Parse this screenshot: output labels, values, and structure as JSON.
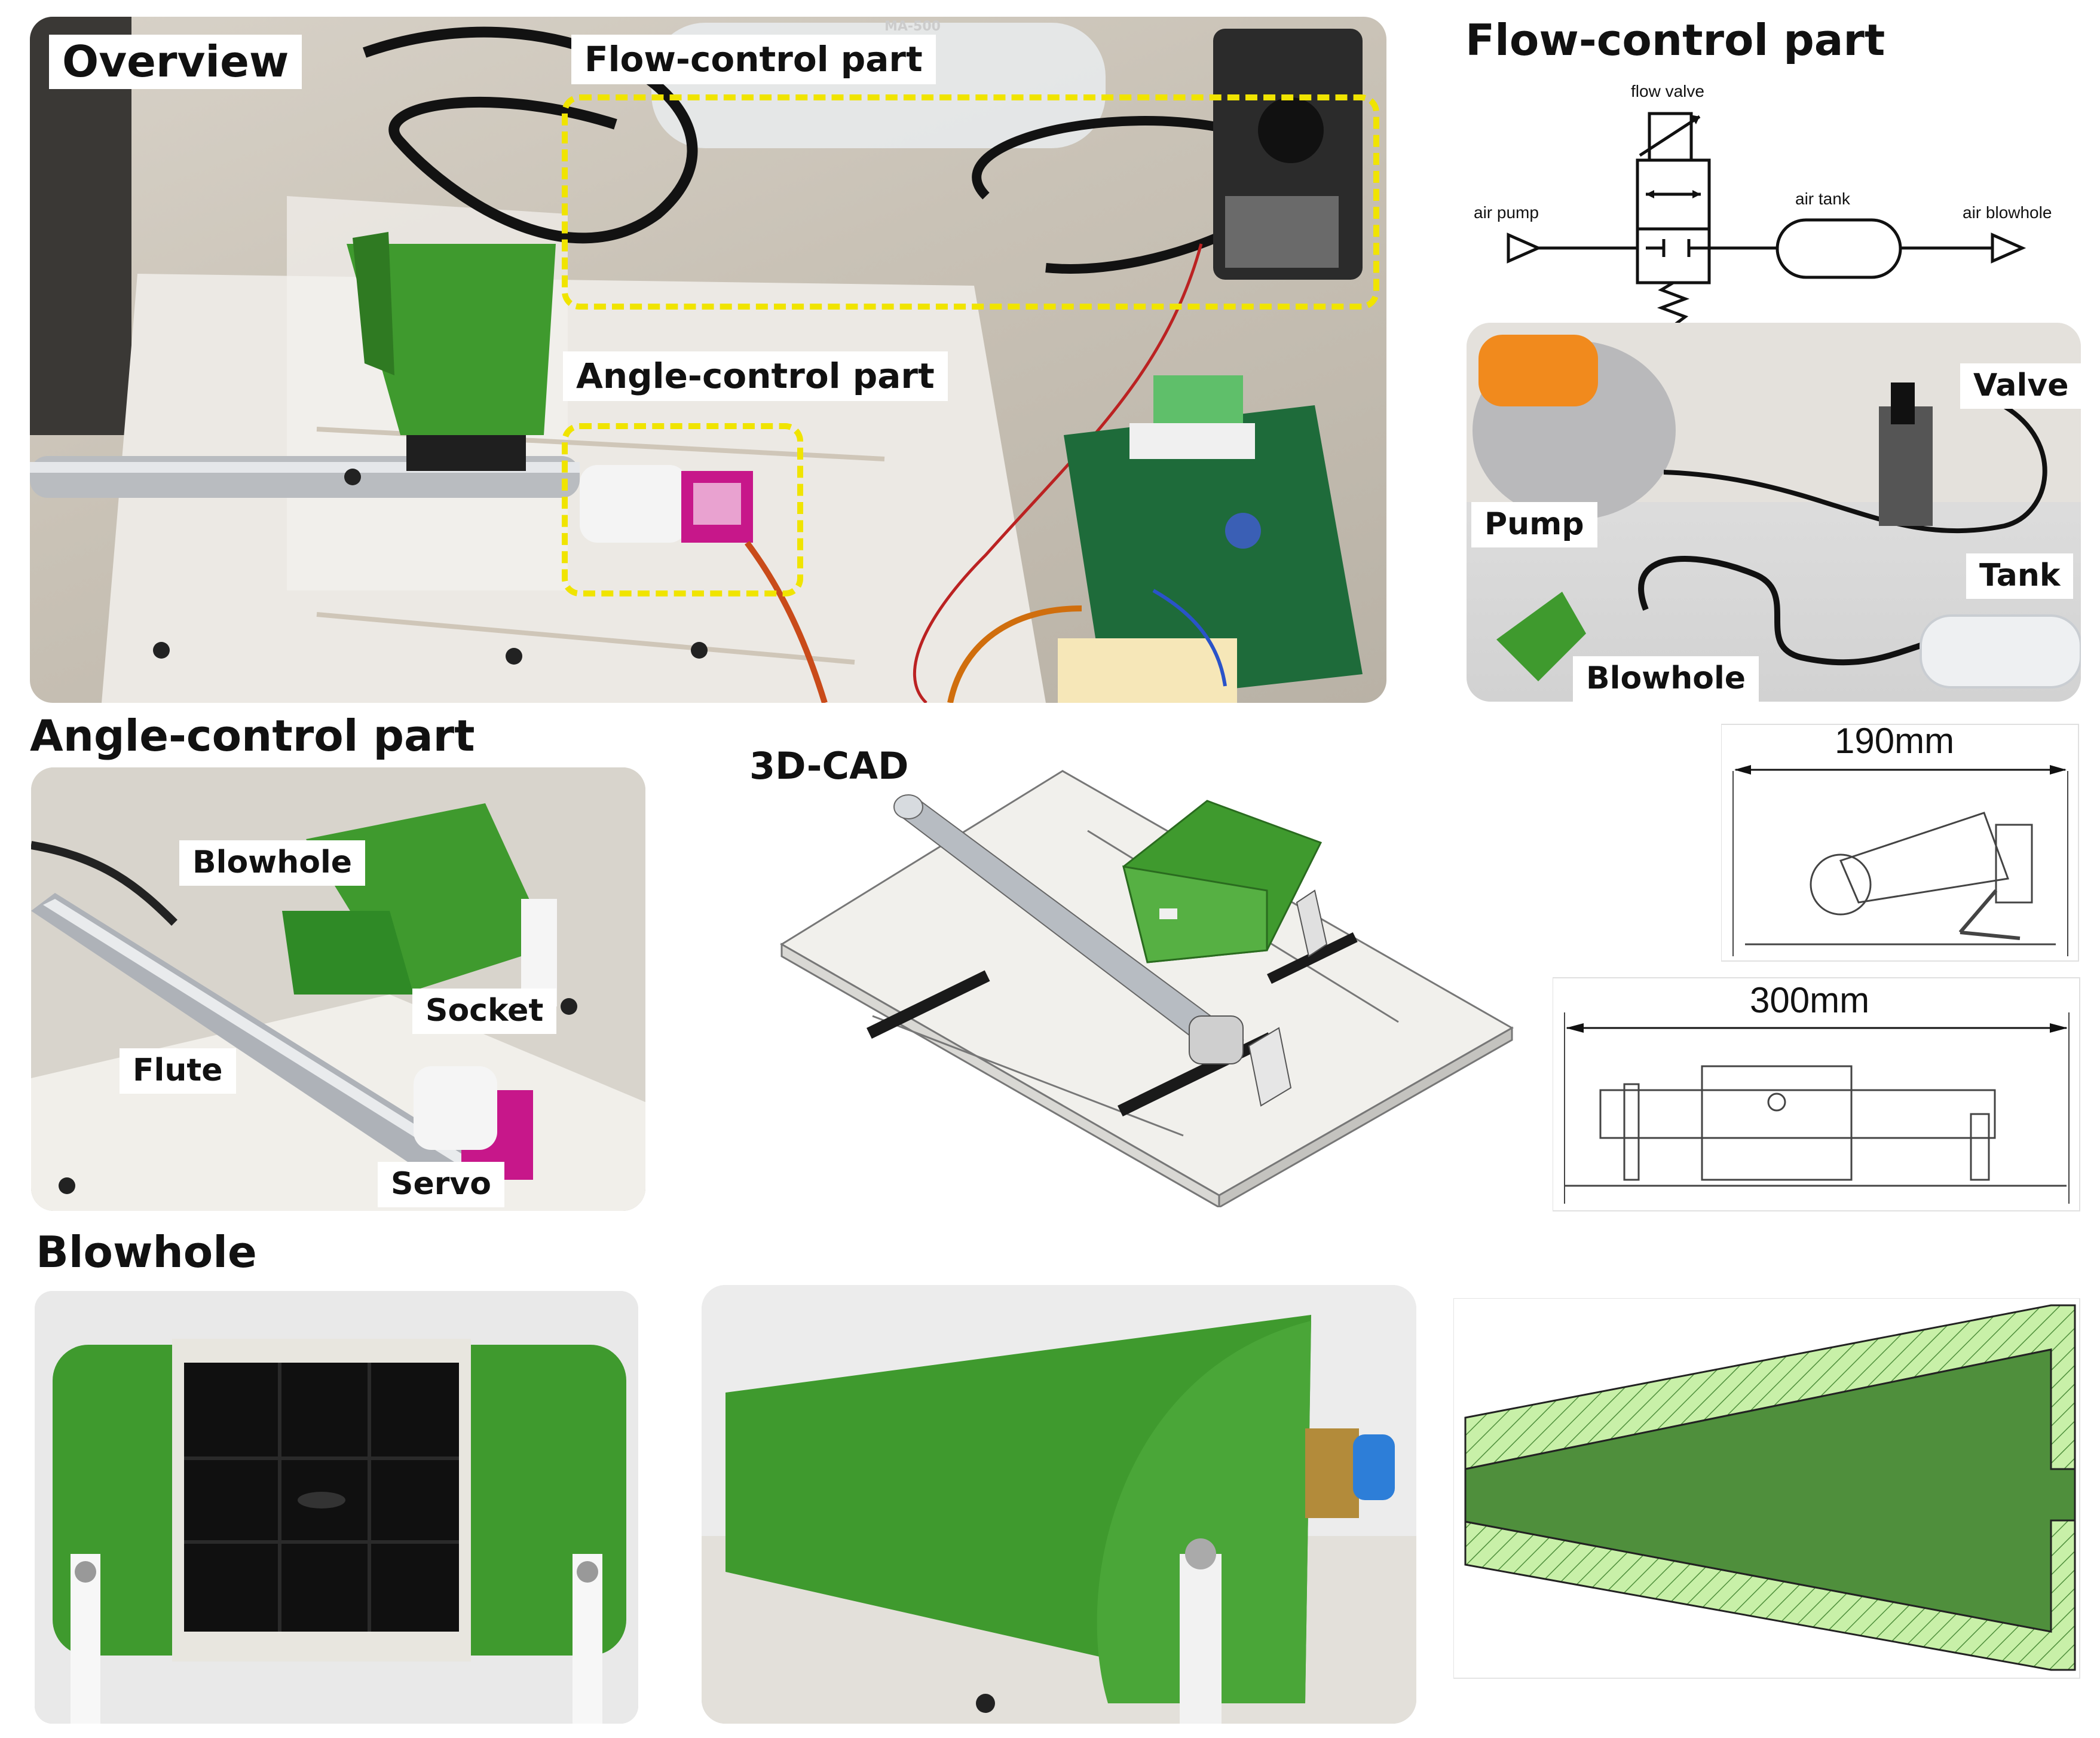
{
  "overview": {
    "title": "Overview",
    "flow_label": "Flow-control part",
    "angle_label": "Angle-control part",
    "tube_text": "MA-500"
  },
  "flow_panel": {
    "title": "Flow-control part",
    "schematic": {
      "flow_valve": "flow valve",
      "air_pump": "air pump",
      "air_tank": "air tank",
      "air_blowhole": "air blowhole"
    },
    "photo_labels": {
      "valve": "Valve",
      "pump": "Pump",
      "tank": "Tank",
      "blowhole": "Blowhole"
    }
  },
  "angle_panel": {
    "title": "Angle-control part",
    "labels": {
      "blowhole": "Blowhole",
      "socket": "Socket",
      "flute": "Flute",
      "servo": "Servo"
    }
  },
  "cad_panel": {
    "title": "3D-CAD",
    "dim_top": "190mm",
    "dim_bottom": "300mm"
  },
  "blowhole_panel": {
    "title": "Blowhole"
  },
  "colors": {
    "green": "#3f9a2e",
    "green_dark": "#2f7a22",
    "highlight": "#f0e400",
    "hatch_light": "#c8f0a8",
    "hatch_mid": "#4f8f3c"
  }
}
